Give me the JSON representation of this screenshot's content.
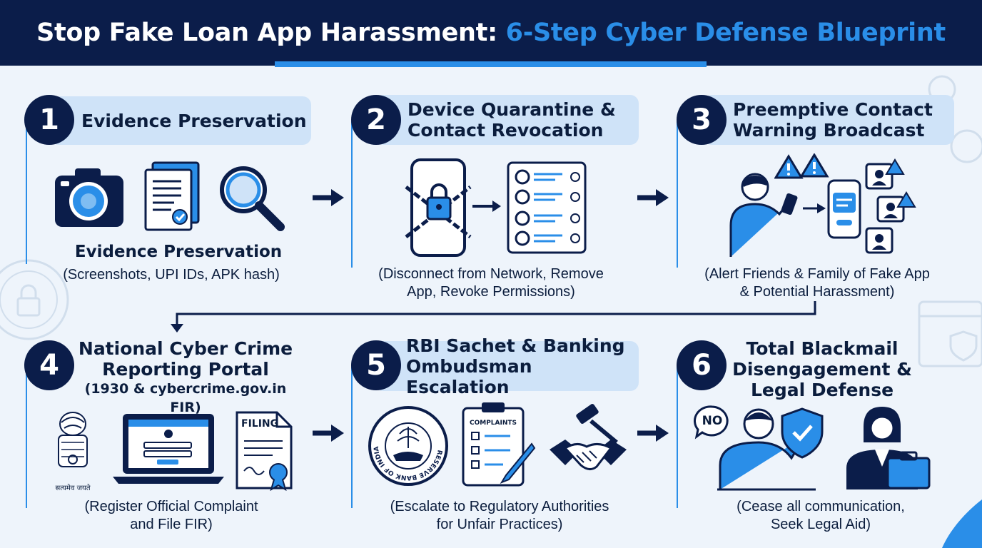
{
  "header": {
    "title_main": "Stop Fake Loan App Harassment: ",
    "title_accent": "6-Step Cyber Defense Blueprint"
  },
  "colors": {
    "navy": "#0b1d4a",
    "accent_blue": "#2a8ee8",
    "header_pill": "#cfe3f8",
    "background": "#eef4fb"
  },
  "steps": [
    {
      "number": "1",
      "title": "Evidence Preservation",
      "subtitle": "Evidence Preservation",
      "caption_line1": "(Screenshots, UPI IDs, APK hash)",
      "icons": [
        "camera-icon",
        "document-check-icon",
        "magnifier-icon"
      ]
    },
    {
      "number": "2",
      "title_line1": "Device Quarantine &",
      "title_line2": "Contact Revocation",
      "caption_line1": "(Disconnect from Network, Remove",
      "caption_line2": "App, Revoke Permissions)",
      "icons": [
        "locked-phone-icon",
        "contact-list-icon"
      ]
    },
    {
      "number": "3",
      "title_line1": "Preemptive Contact",
      "title_line2": "Warning Broadcast",
      "caption_line1": "(Alert Friends & Family of Fake App",
      "caption_line2": "& Potential Harassment)",
      "icons": [
        "person-phone-icon",
        "warning-icon",
        "chat-warning-icon"
      ]
    },
    {
      "number": "4",
      "title_line1": "National Cyber Crime",
      "title_line2": "Reporting Portal",
      "title_line3": "(1930 & cybercrime.gov.in FIR)",
      "caption_line1": "(Register Official Complaint",
      "caption_line2": "and File FIR)",
      "emblem_text": "सत्यमेव जयते",
      "filing_label": "FILING",
      "icons": [
        "national-emblem-icon",
        "laptop-portal-icon",
        "filing-document-icon"
      ]
    },
    {
      "number": "5",
      "title_line1": "RBI Sachet & Banking",
      "title_line2": "Ombudsman Escalation",
      "caption_line1": "(Escalate to Regulatory Authorities",
      "caption_line2": "for Unfair Practices)",
      "rbi_seal_text": "RESERVE BANK OF INDIA",
      "complaints_label": "COMPLAINTS",
      "icons": [
        "rbi-seal-icon",
        "complaints-clipboard-icon",
        "gavel-handshake-icon"
      ]
    },
    {
      "number": "6",
      "title_line1": "Total Blackmail",
      "title_line2": "Disengagement &",
      "title_line3": "Legal Defense",
      "caption_line1": "(Cease all communication,",
      "caption_line2": "Seek Legal Aid)",
      "no_label": "NO",
      "icons": [
        "person-no-icon",
        "shield-check-icon",
        "lawyer-briefcase-icon"
      ]
    }
  ]
}
